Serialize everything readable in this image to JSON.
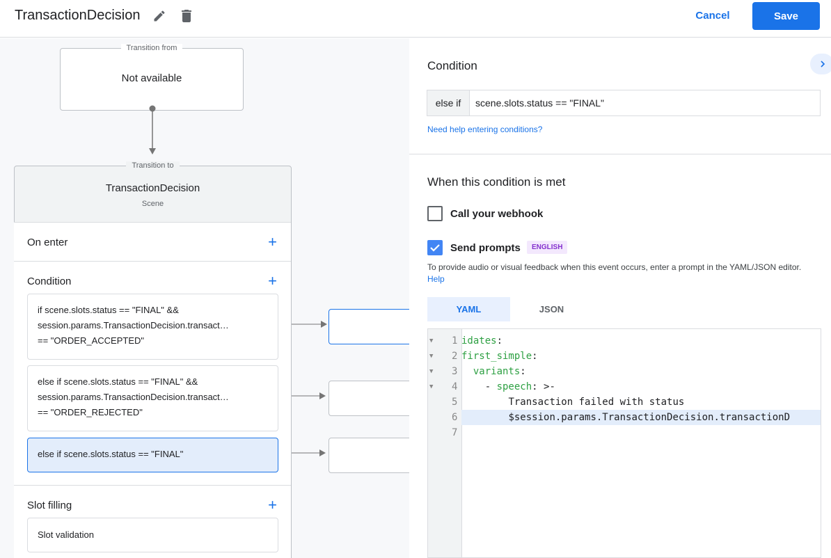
{
  "header": {
    "title": "TransactionDecision",
    "edit_icon": "pencil-icon",
    "delete_icon": "trash-icon",
    "cancel": "Cancel",
    "save": "Save"
  },
  "canvas": {
    "from": {
      "legend": "Transition from",
      "text": "Not available"
    },
    "to": {
      "legend": "Transition to",
      "name": "TransactionDecision",
      "type": "Scene"
    },
    "on_enter": "On enter",
    "condition": "Condition",
    "conditions": [
      {
        "lines": [
          "if scene.slots.status == \"FINAL\" &&",
          "session.params.TransactionDecision.transact…",
          "== \"ORDER_ACCEPTED\""
        ]
      },
      {
        "lines": [
          "else if scene.slots.status == \"FINAL\" &&",
          "session.params.TransactionDecision.transact…",
          "== \"ORDER_REJECTED\""
        ]
      },
      {
        "lines": [
          "else if scene.slots.status == \"FINAL\""
        ]
      }
    ],
    "slot_filling": "Slot filling",
    "slot_validation": "Slot validation"
  },
  "panel": {
    "condition_title": "Condition",
    "prefix": "else if",
    "condition_value": "scene.slots.status == \"FINAL\"",
    "help_link": "Need help entering conditions?",
    "met_title": "When this condition is met",
    "webhook_label": "Call your webhook",
    "webhook_checked": false,
    "prompts_label": "Send prompts",
    "prompts_checked": true,
    "language_badge": "ENGLISH",
    "hint": "To provide audio or visual feedback when this event occurs, enter a prompt in the YAML/JSON editor.",
    "hint_link": "Help",
    "tabs": [
      {
        "label": "YAML",
        "active": true
      },
      {
        "label": "JSON",
        "active": false
      }
    ],
    "code_lines": [
      {
        "n": "1",
        "key": "idates",
        "rest": ":"
      },
      {
        "n": "2",
        "key": "first_simple",
        "rest": ":"
      },
      {
        "n": "3",
        "indent": "  ",
        "key": "variants",
        "rest": ":"
      },
      {
        "n": "4",
        "indent": "    - ",
        "key": "speech",
        "rest": ": >-"
      },
      {
        "n": "5",
        "indent": "        ",
        "text": "Transaction failed with status"
      },
      {
        "n": "6",
        "indent": "        ",
        "text": "$session.params.TransactionDecision.transactionD"
      },
      {
        "n": "7",
        "text": ""
      }
    ]
  }
}
